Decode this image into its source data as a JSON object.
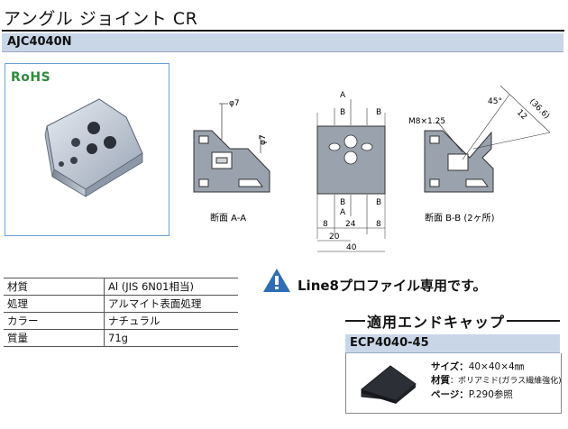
{
  "title": "アングル ジョイント CR",
  "product_code": "AJC4040N",
  "rohs_label": "RoHS",
  "drawing": {
    "phi7_top": "φ7",
    "phi7_side": "φ7",
    "section_aa": "断面 A-A",
    "label_a_top": "A",
    "label_a_bottom": "A",
    "label_b1": "B",
    "label_b2": "B",
    "label_b3": "B",
    "label_b4": "B",
    "dim_8_left": "8",
    "dim_24": "24",
    "dim_8_right": "8",
    "dim_20": "20",
    "dim_40": "40",
    "thread": "M8×1.25",
    "angle_45": "45°",
    "dim_12": "12",
    "dim_36_6": "(36.6)",
    "section_bb": "断面 B-B (2ヶ所)"
  },
  "specs": [
    {
      "key": "材質",
      "value": "Al (JIS 6N01相当)"
    },
    {
      "key": "処理",
      "value": "アルマイト表面処理"
    },
    {
      "key": "カラー",
      "value": "ナチュラル"
    },
    {
      "key": "質量",
      "value": "71g"
    }
  ],
  "notice_text": "Line8プロファイル専用です。",
  "end_cap": {
    "heading": "適用エンドキャップ",
    "code": "ECP4040-45",
    "size_label": "サイズ：",
    "size_value": "40×40×4㎜",
    "material_label": "材質",
    "material_value": "：ポリアミド(ガラス繊維強化)",
    "page_label": "ページ：",
    "page_value": "P.290参照"
  }
}
